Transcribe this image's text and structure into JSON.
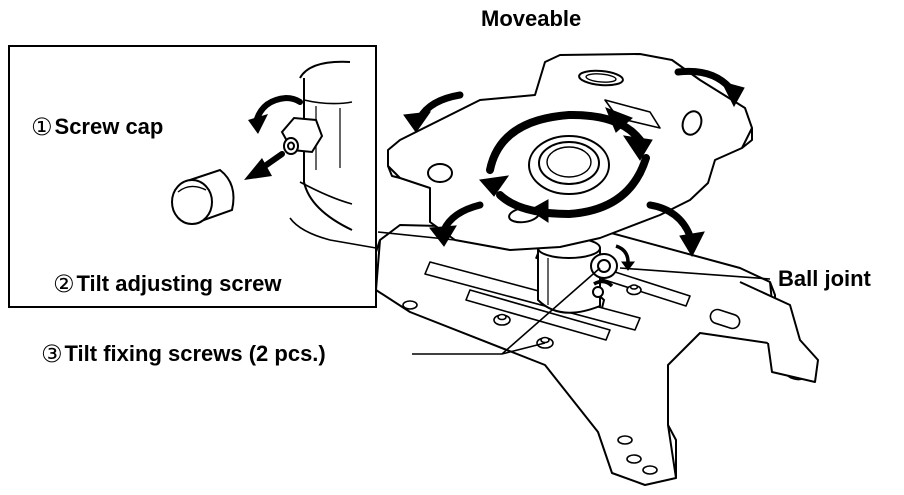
{
  "labels": {
    "moveable": "Moveable",
    "screw_cap": {
      "num": "①",
      "text": "Screw cap"
    },
    "tilt_adjusting_screw": {
      "num": "②",
      "text": "Tilt adjusting screw"
    },
    "ball_joint": "Ball joint",
    "tilt_fixing_screws": {
      "num": "③",
      "text": "Tilt fixing screws (2 pcs.)"
    }
  },
  "colors": {
    "line": "#000000",
    "background": "#ffffff"
  }
}
